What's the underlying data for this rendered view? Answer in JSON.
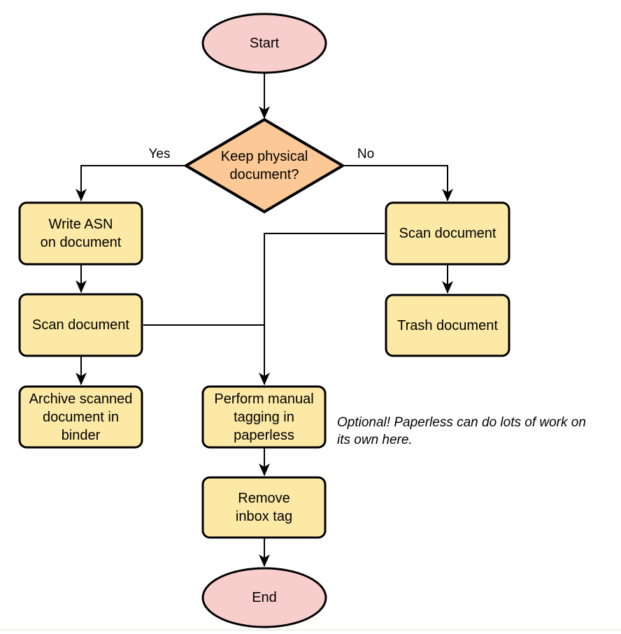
{
  "colors": {
    "background": "#ffffff",
    "terminator_fill": "#f8cecc",
    "decision_fill": "#fbc896",
    "process_fill": "#fce9a6",
    "stroke": "#000000",
    "text": "#000000",
    "bottom_rule": "#f0efe9"
  },
  "nodes": {
    "start": {
      "label": "Start"
    },
    "decision": {
      "label": "Keep physical\ndocument?"
    },
    "write_asn": {
      "label": "Write ASN\non document"
    },
    "scan_left": {
      "label": "Scan document"
    },
    "archive": {
      "label": "Archive scanned\ndocument in\nbinder"
    },
    "scan_right": {
      "label": "Scan document"
    },
    "trash": {
      "label": "Trash document"
    },
    "tagging": {
      "label": "Perform manual\ntagging in\npaperless"
    },
    "remove_inbox": {
      "label": "Remove\ninbox tag"
    },
    "end": {
      "label": "End"
    }
  },
  "edges": {
    "yes_label": "Yes",
    "no_label": "No"
  },
  "note": {
    "text": "Optional! Paperless can do lots of work on\nits own here."
  }
}
